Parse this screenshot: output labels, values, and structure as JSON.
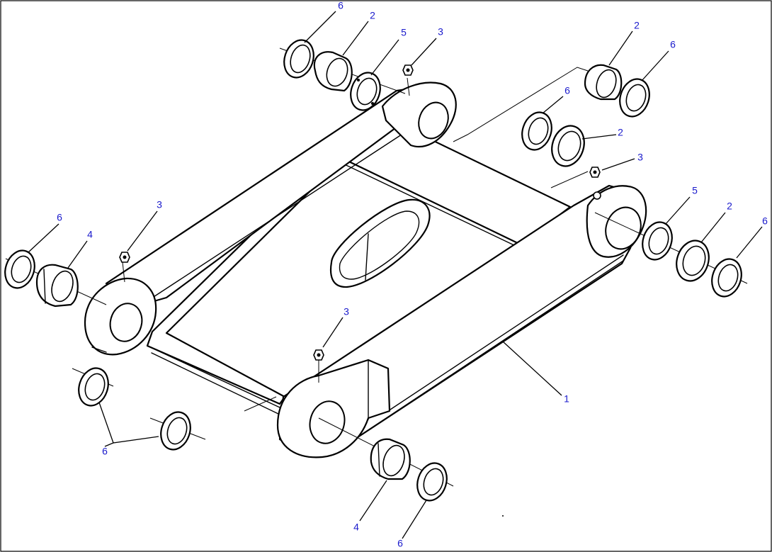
{
  "diagram": {
    "callouts": [
      {
        "label": "6"
      },
      {
        "label": "2"
      },
      {
        "label": "5"
      },
      {
        "label": "3"
      },
      {
        "label": "2"
      },
      {
        "label": "6"
      },
      {
        "label": "6"
      },
      {
        "label": "2"
      },
      {
        "label": "3"
      },
      {
        "label": "5"
      },
      {
        "label": "2"
      },
      {
        "label": "6"
      },
      {
        "label": "3"
      },
      {
        "label": "6"
      },
      {
        "label": "4"
      },
      {
        "label": "3"
      },
      {
        "label": "1"
      },
      {
        "label": "6"
      },
      {
        "label": "4"
      },
      {
        "label": "6"
      }
    ],
    "colors": {
      "line": "#000000",
      "callout_text": "#1a1acc",
      "background": "#ffffff"
    }
  }
}
